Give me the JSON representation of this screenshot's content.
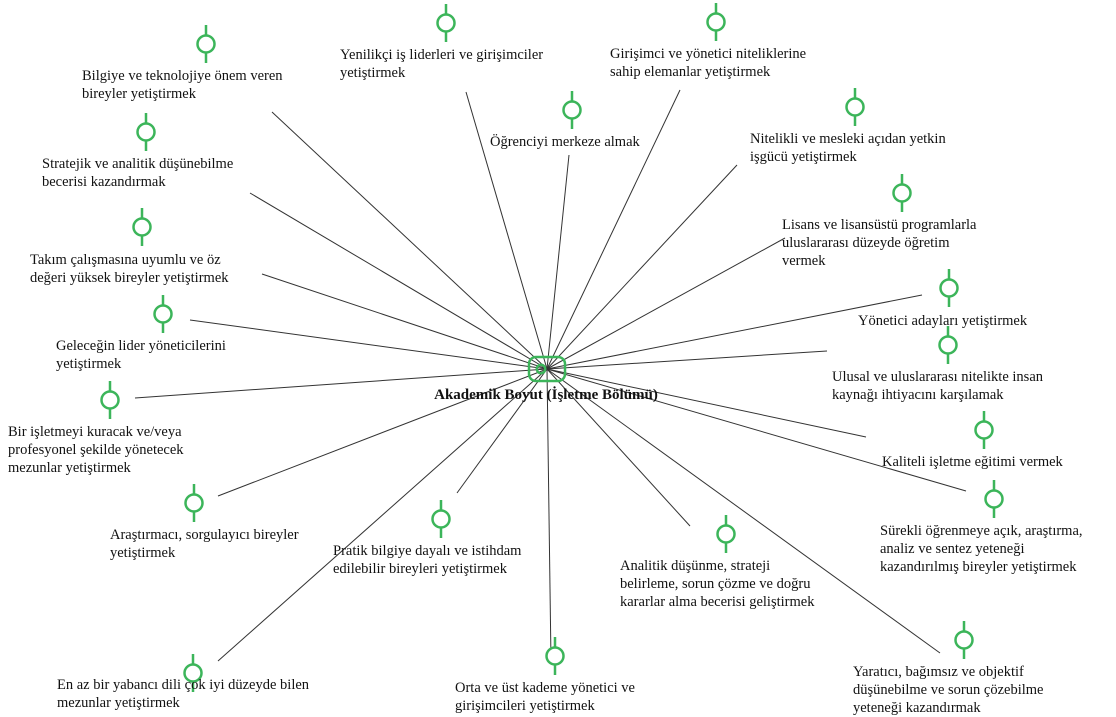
{
  "diagram": {
    "center": {
      "label": "Akademik Boyut (İşletme Bölümü)",
      "icon": "category-node-icon"
    },
    "accent_color": "#3cb55a",
    "line_color": "#333333",
    "nodes": [
      {
        "id": "bilgiye-teknolojiye-onem",
        "label": "Bilgiye ve teknolojiye önem veren\nbireyler yetiştirmek",
        "icon": "goal-pin-icon"
      },
      {
        "id": "yenilikci-liderler",
        "label": "Yenilikçi iş liderleri ve girişimciler\nyetiştirmek",
        "icon": "goal-pin-icon"
      },
      {
        "id": "girisimci-yonetici-nitelik",
        "label": "Girişimci ve yönetici niteliklerine\nsahip elemanlar yetiştirmek",
        "icon": "goal-pin-icon"
      },
      {
        "id": "ogrenciyi-merkeze",
        "label": "Öğrenciyi merkeze almak",
        "icon": "goal-pin-icon"
      },
      {
        "id": "nitelikli-isgucu",
        "label": "Nitelikli ve mesleki açıdan yetkin\nişgücü yetiştirmek",
        "icon": "goal-pin-icon"
      },
      {
        "id": "stratejik-analitik",
        "label": "Stratejik ve analitik düşünebilme\nbecerisi kazandırmak",
        "icon": "goal-pin-icon"
      },
      {
        "id": "lisans-lisansustu",
        "label": "Lisans ve lisansüstü programlarla\nuluslararası düzeyde öğretim\nvermek",
        "icon": "goal-pin-icon"
      },
      {
        "id": "takim-calismasi",
        "label": "Takım çalışmasına uyumlu ve öz\ndeğeri yüksek bireyler yetiştirmek",
        "icon": "goal-pin-icon"
      },
      {
        "id": "yonetici-adaylari",
        "label": "Yönetici adayları yetiştirmek",
        "icon": "goal-pin-icon"
      },
      {
        "id": "gelecegin-liderleri",
        "label": "Geleceğin lider yöneticilerini\nyetiştirmek",
        "icon": "goal-pin-icon"
      },
      {
        "id": "ulusal-uluslararasi",
        "label": "Ulusal ve uluslararası nitelikte insan\nkaynağı ihtiyacını karşılamak",
        "icon": "goal-pin-icon"
      },
      {
        "id": "isletme-kuracak",
        "label": "Bir işletmeyi kuracak ve/veya\nprofesyonel şekilde yönetecek\nmezunlar yetiştirmek",
        "icon": "goal-pin-icon"
      },
      {
        "id": "kaliteli-egitim",
        "label": "Kaliteli işletme eğitimi vermek",
        "icon": "goal-pin-icon"
      },
      {
        "id": "arastirmaci-sorgulayici",
        "label": "Araştırmacı, sorgulayıcı bireyler\nyetiştirmek",
        "icon": "goal-pin-icon"
      },
      {
        "id": "surekli-ogrenme",
        "label": "Sürekli öğrenmeye açık, araştırma,\nanaliz ve sentez yeteneği\nkazandırılmış bireyler yetiştirmek",
        "icon": "goal-pin-icon"
      },
      {
        "id": "pratik-bilgi",
        "label": "Pratik bilgiye dayalı ve istihdam\nedilebilir bireyleri yetiştirmek",
        "icon": "goal-pin-icon"
      },
      {
        "id": "analitik-dusunme",
        "label": "Analitik düşünme, strateji\nbelirleme, sorun çözme ve doğru\nkararlar alma becerisi geliştirmek",
        "icon": "goal-pin-icon"
      },
      {
        "id": "yabanci-dil",
        "label": "En az bir yabancı dili çok iyi düzeyde bilen\nmezunlar yetiştirmek",
        "icon": "goal-pin-icon"
      },
      {
        "id": "orta-ust-kademe",
        "label": "Orta ve üst kademe yönetici ve\ngirişimcileri yetiştirmek",
        "icon": "goal-pin-icon"
      },
      {
        "id": "yaratici-bagimsiz",
        "label": "Yaratıcı, bağımsız ve objektif\ndüşünebilme ve sorun çözebilme\nyeteneği kazandırmak",
        "icon": "goal-pin-icon"
      }
    ]
  }
}
